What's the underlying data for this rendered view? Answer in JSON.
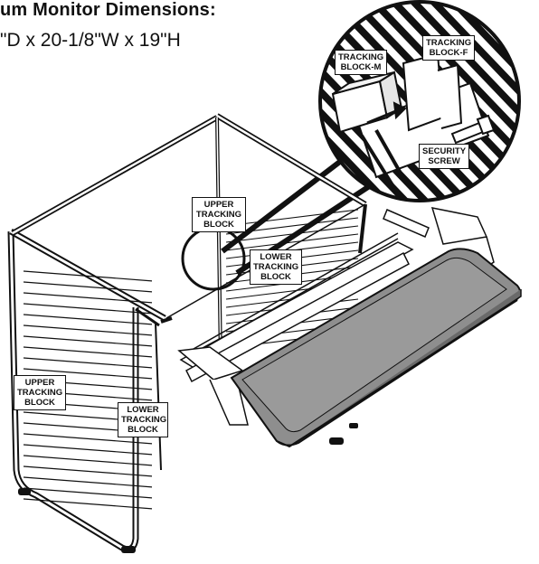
{
  "header": {
    "title": "um Monitor Dimensions:",
    "dimensions": "\"D x 20-1/8\"W x 19\"H"
  },
  "labels": {
    "tracking_block_m": "TRACKING\nBLOCK-M",
    "tracking_block_f": "TRACKING\nBLOCK-F",
    "security_screw": "SECURITY\nSCREW",
    "upper_tracking_block_top": "UPPER\nTRACKING\nBLOCK",
    "lower_tracking_block_top": "LOWER\nTRACKING\nBLOCK",
    "upper_tracking_block_left": "UPPER\nTRACKING\nBLOCK",
    "lower_tracking_block_left": "LOWER\nTRACKING\nBLOCK"
  },
  "colors": {
    "line": "#111111",
    "tray": "#8e8e8e",
    "tray_dark": "#6a6a6a",
    "metal": "#e6e6e6"
  }
}
